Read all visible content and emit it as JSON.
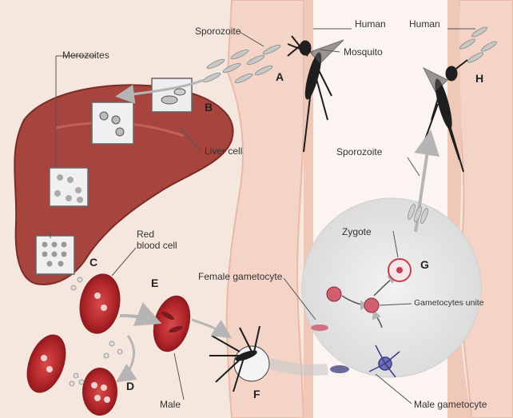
{
  "labels": {
    "human_left": "Human",
    "human_right": "Human",
    "sporozoite_top": "Sporozoite",
    "mosquito": "Mosquito",
    "merozoites": "Merozoites",
    "liver_cell": "Liver cell",
    "red_blood_cell_line1": "Red",
    "red_blood_cell_line2": "blood cell",
    "female_gametocyte": "Female gametocyte",
    "sporozoite_right": "Sporozoite",
    "zygote": "Zygote",
    "gametocytes_unite": "Gametocytes unite",
    "male_gametocyte": "Male gametocyte",
    "male_bottom": "Male"
  },
  "stages": {
    "A": "A",
    "B": "B",
    "C": "C",
    "D": "D",
    "E": "E",
    "F": "F",
    "G": "G",
    "H": "H"
  },
  "colors": {
    "background": "#f6e7de",
    "skin": "#f0c8b8",
    "liver": "#a8443e",
    "rbc": "#b2262a",
    "circle": "#e4e4e4",
    "mosquito": "#1e1e1e"
  },
  "icons": {
    "mosquito": "mosquito-icon",
    "liver": "liver-icon",
    "rbc": "red-blood-cell-icon"
  }
}
